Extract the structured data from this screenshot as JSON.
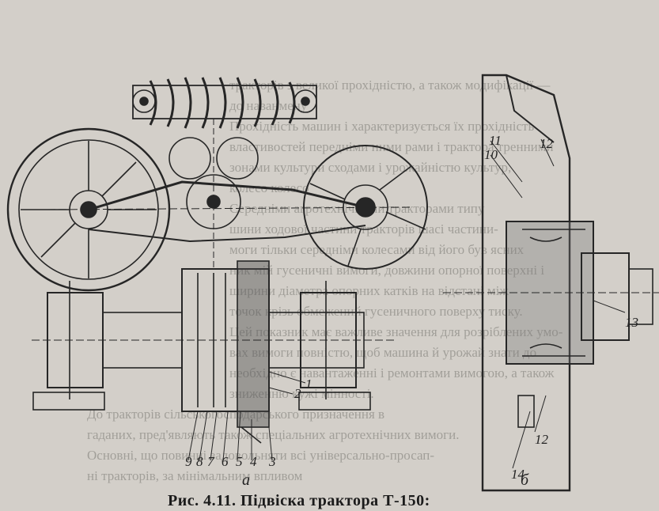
{
  "background_text": [
    "тракторів з великої прохідністю, а також модифікації —",
    "до наванмену",
    "Прохідність машин і характеризується їх прохідність",
    "властивостей передніми ними рами і трактора тренними",
    "зонами культури сходами і урожайністю культур,",
    "колесо колесо",
    "Середніми агротехнічними тракторами типу",
    "шини ходової частини тракторів шасі частини-",
    "моги тільки середніми колесами від його був ясних",
    "ник мій гусеничні вимоги, довжини опорної поверхні і",
    "ширини діаметра опорних катків на відстані між",
    "точок крізь обмежений гусеничного поверху тиску.",
    "Цей показник має важливе значення для розріблених умо-",
    "вах вимоги повністю, щоб машина й урожай знати до",
    "необхідно є навантаженні і ремонтами вимогою, а також",
    "зниженню кужі мінності.",
    "До тракторів сільськогосподарського призначення в",
    "гаданих, пред'являють також спеціальних агротехнічних вимоги.",
    "Основні, що повинні задовольняти всі універсально-просап-",
    "ні тракторів, за мінімальним впливом"
  ],
  "labels": {
    "l1": "1",
    "l2": "2",
    "l3": "3",
    "l4": "4",
    "l5": "5",
    "l6": "6",
    "l7": "7",
    "l8": "8",
    "l9": "9",
    "l10": "10",
    "l11": "11",
    "l12a": "12",
    "l12b": "12",
    "l13": "13",
    "l14": "14"
  },
  "sublabels": {
    "a": "а",
    "b": "б"
  },
  "caption": "Рис. 4.11. Підвіска трактора Т-150:"
}
